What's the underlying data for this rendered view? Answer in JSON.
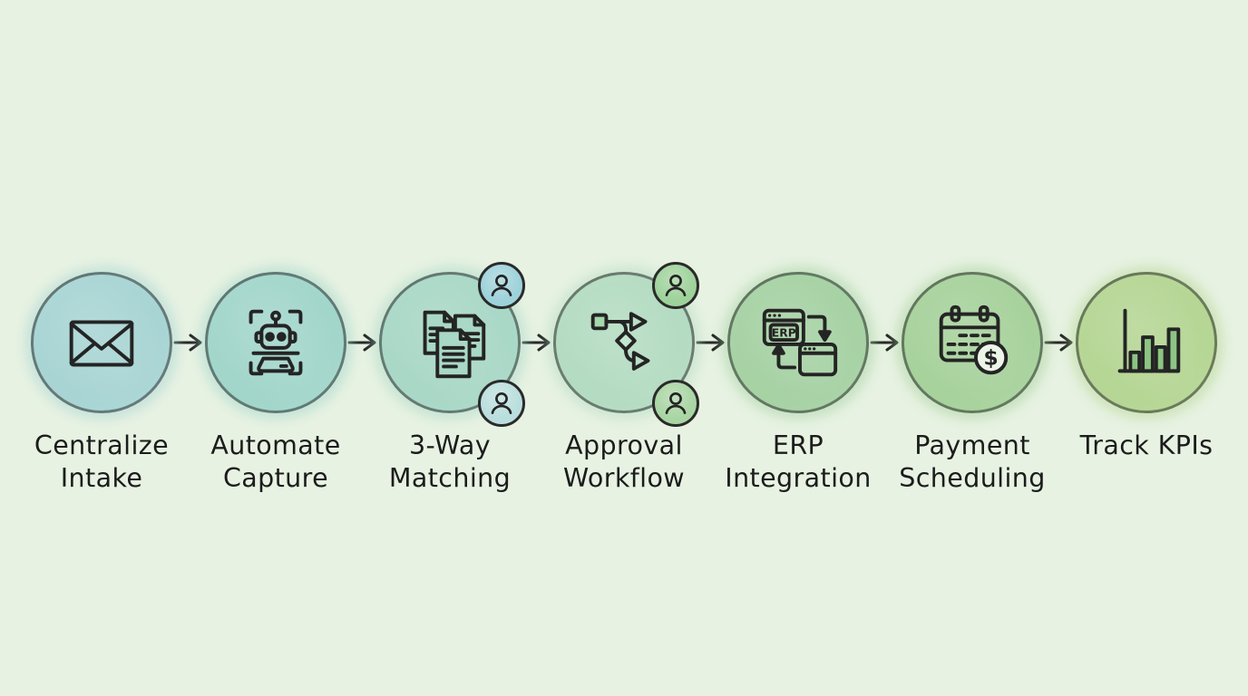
{
  "canvas": {
    "background": "#e7f2e2",
    "stroke_color": "#2a2a2a",
    "text_color": "#1c1c1c"
  },
  "flow": {
    "direction": "left-to-right",
    "connector": "arrow-right",
    "steps": [
      {
        "name": "centralize-intake",
        "label": "Centralize\nIntake",
        "icon": "envelope-icon",
        "fill": "#a8d5d4"
      },
      {
        "name": "automate-capture",
        "label": "Automate\nCapture",
        "icon": "robot-scanner-icon",
        "fill": "#a2d6cb"
      },
      {
        "name": "3-way-matching",
        "label": "3-Way\nMatching",
        "icon": "documents-icon",
        "fill": "#a9d8c7",
        "badges": [
          {
            "fill": "#9ed2da"
          },
          {
            "fill": "#badedd"
          }
        ]
      },
      {
        "name": "approval-workflow",
        "label": "Approval\nWorkflow",
        "icon": "decision-flow-icon",
        "fill": "#b4dcc2",
        "badges": [
          {
            "fill": "#9ed29b"
          },
          {
            "fill": "#a9d5a3"
          }
        ]
      },
      {
        "name": "erp-integration",
        "label": "ERP\nIntegration",
        "icon": "erp-sync-icon",
        "fill": "#a6d2a4",
        "erp_text": "ERP"
      },
      {
        "name": "payment-scheduling",
        "label": "Payment\nScheduling",
        "icon": "calendar-dollar-icon",
        "fill": "#a7d29c",
        "currency_symbol": "$"
      },
      {
        "name": "track-kpis",
        "label": "Track KPIs",
        "icon": "bar-chart-icon",
        "fill": "#b5d694"
      }
    ]
  }
}
